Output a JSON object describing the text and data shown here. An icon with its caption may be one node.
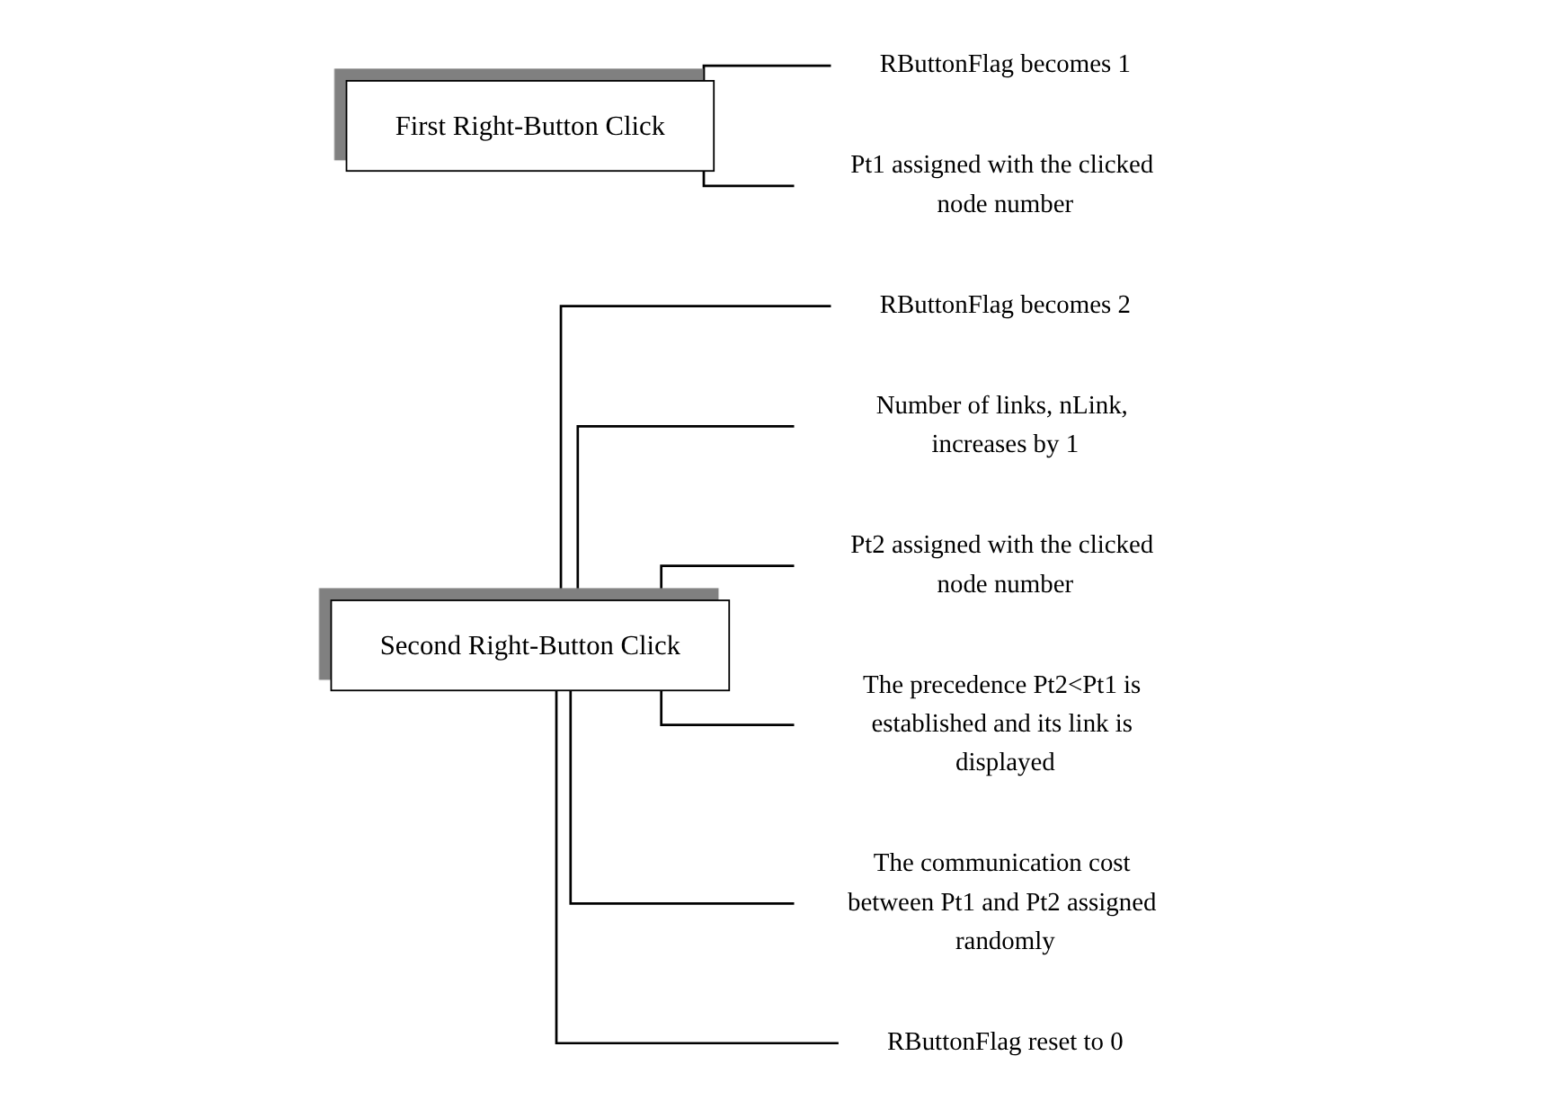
{
  "diagram": {
    "nodes": [
      {
        "text": [
          "First Right-Button Click"
        ]
      },
      {
        "text": [
          "RButtonFlag becomes 1"
        ]
      },
      {
        "text": [
          "Pt1 assigned with the clicked node number"
        ]
      },
      {
        "text": [
          "Second Right-Button Click"
        ]
      },
      {
        "text": [
          "RButtonFlag becomes 2"
        ]
      },
      {
        "text": [
          "Number of links, nLink, increases by 1"
        ]
      },
      {
        "text": [
          "Pt2 assigned with the clicked node number"
        ]
      },
      {
        "text": [
          "The precedence Pt2<Pt1 is established and its link is displayed"
        ]
      },
      {
        "text": [
          "The communication cost between Pt1 and Pt2 assigned randomly"
        ]
      },
      {
        "text": [
          "RButtonFlag reset to 0"
        ]
      }
    ],
    "edges": [
      {
        "from": 0,
        "to": 1,
        "arrow": "none"
      },
      {
        "from": 0,
        "to": 2,
        "arrow": "none"
      },
      {
        "from": 3,
        "to": 4,
        "arrow": "none"
      },
      {
        "from": 3,
        "to": 5,
        "arrow": "none"
      },
      {
        "from": 3,
        "to": 6,
        "arrow": "none"
      },
      {
        "from": 3,
        "to": 7,
        "arrow": "none"
      },
      {
        "from": 3,
        "to": 8,
        "arrow": "none"
      },
      {
        "from": 3,
        "to": 9,
        "arrow": "none"
      }
    ]
  }
}
